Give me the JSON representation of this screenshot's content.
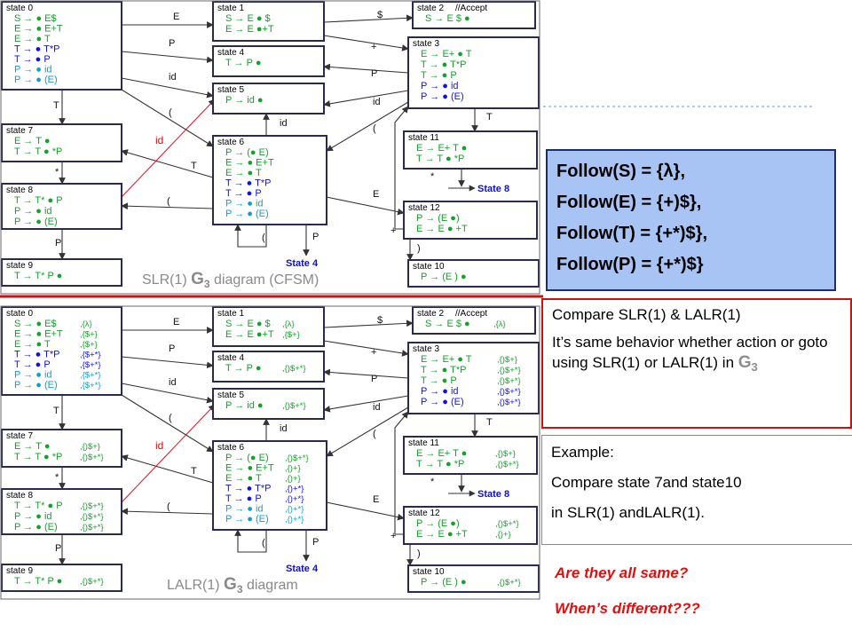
{
  "top": {
    "caption": {
      "prefix": "SLR(1) ",
      "g": "G",
      "sub": "3",
      "suffix": " diagram (CFSM)"
    },
    "states": [
      {
        "title": "state 0",
        "items": [
          {
            "t": "S → ● E$",
            "c": "green"
          },
          {
            "t": "E → ● E+T",
            "c": "green"
          },
          {
            "t": "E → ● T",
            "c": "green"
          },
          {
            "t": "T → ● T*P",
            "c": "blue"
          },
          {
            "t": "T → ● P",
            "c": "blue"
          },
          {
            "t": "P → ● id",
            "c": "cyan"
          },
          {
            "t": "P → ● (E)",
            "c": "cyan"
          }
        ]
      },
      {
        "title": "state 1",
        "items": [
          {
            "t": "S → E ● $",
            "c": "green"
          },
          {
            "t": "E → E ●+T",
            "c": "green"
          }
        ]
      },
      {
        "title": "state 2",
        "note": "//Accept",
        "items": [
          {
            "t": "S → E $ ●",
            "c": "green"
          }
        ]
      },
      {
        "title": "state 3",
        "items": [
          {
            "t": "E → E+ ● T",
            "c": "green"
          },
          {
            "t": "T → ● T*P",
            "c": "green"
          },
          {
            "t": "T → ● P",
            "c": "green"
          },
          {
            "t": "P → ● id",
            "c": "blue"
          },
          {
            "t": "P → ● (E)",
            "c": "blue"
          }
        ]
      },
      {
        "title": "state 4",
        "items": [
          {
            "t": "T → P ●",
            "c": "green"
          }
        ]
      },
      {
        "title": "state 5",
        "items": [
          {
            "t": "P → id ●",
            "c": "green"
          }
        ]
      },
      {
        "title": "state 6",
        "items": [
          {
            "t": "P → (● E)",
            "c": "green"
          },
          {
            "t": "E → ● E+T",
            "c": "green"
          },
          {
            "t": "E → ● T",
            "c": "green"
          },
          {
            "t": "T → ● T*P",
            "c": "blue"
          },
          {
            "t": "T → ● P",
            "c": "blue"
          },
          {
            "t": "P → ● id",
            "c": "cyan"
          },
          {
            "t": "P → ● (E)",
            "c": "cyan"
          }
        ]
      },
      {
        "title": "state 7",
        "items": [
          {
            "t": "E → T ●",
            "c": "green"
          },
          {
            "t": "T → T ● *P",
            "c": "green"
          }
        ]
      },
      {
        "title": "state 8",
        "items": [
          {
            "t": "T → T* ● P",
            "c": "green"
          },
          {
            "t": "P → ● id",
            "c": "green"
          },
          {
            "t": "P → ● (E)",
            "c": "green"
          }
        ]
      },
      {
        "title": "state 9",
        "items": [
          {
            "t": "T → T* P ●",
            "c": "green"
          }
        ]
      },
      {
        "title": "state 10",
        "items": [
          {
            "t": "P → (E ) ●",
            "c": "green"
          }
        ]
      },
      {
        "title": "state 11",
        "items": [
          {
            "t": "E → E+ T ●",
            "c": "green"
          },
          {
            "t": "T → T ● *P",
            "c": "green"
          }
        ]
      },
      {
        "title": "state 12",
        "items": [
          {
            "t": "P → (E ●)",
            "c": "green"
          },
          {
            "t": "E → E ● +T",
            "c": "green"
          }
        ]
      }
    ],
    "ref": "State 8",
    "ref_b": "State 4"
  },
  "bottom": {
    "caption": {
      "prefix": "LALR(1) ",
      "g": "G",
      "sub": "3",
      "suffix": " diagram"
    },
    "states": [
      {
        "title": "state 0",
        "items": [
          {
            "t": "S → ● E$",
            "la": ",{λ}",
            "c": "green"
          },
          {
            "t": "E → ● E+T",
            "la": ",{$+}",
            "c": "green"
          },
          {
            "t": "E → ● T",
            "la": ",{$+}",
            "c": "green"
          },
          {
            "t": "T → ● T*P",
            "la": ",{$+*}",
            "c": "blue"
          },
          {
            "t": "T → ● P",
            "la": ",{$+*}",
            "c": "blue"
          },
          {
            "t": "P → ● id",
            "la": ",{$+*}",
            "c": "cyan"
          },
          {
            "t": "P → ● (E)",
            "la": ",{$+*}",
            "c": "cyan"
          }
        ]
      },
      {
        "title": "state 1",
        "items": [
          {
            "t": "S → E ● $",
            "la": ",{λ}",
            "c": "green"
          },
          {
            "t": "E → E ●+T",
            "la": ",{$+}",
            "c": "green"
          }
        ]
      },
      {
        "title": "state 2",
        "note": "//Accept",
        "items": [
          {
            "t": "S → E $ ●",
            "la": ",{λ}",
            "c": "green"
          }
        ]
      },
      {
        "title": "state 3",
        "items": [
          {
            "t": "E → E+ ● T",
            "la": ",{)$+}",
            "c": "green"
          },
          {
            "t": "T → ● T*P",
            "la": ",{)$+*}",
            "c": "green"
          },
          {
            "t": "T → ● P",
            "la": ",{)$+*}",
            "c": "green"
          },
          {
            "t": "P → ● id",
            "la": ",{)$+*}",
            "c": "blue"
          },
          {
            "t": "P → ● (E)",
            "la": ",{)$+*}",
            "c": "blue"
          }
        ]
      },
      {
        "title": "state 4",
        "items": [
          {
            "t": "T → P ●",
            "la": ",{)$+*}",
            "c": "green"
          }
        ]
      },
      {
        "title": "state 5",
        "items": [
          {
            "t": "P → id ●",
            "la": ",{)$+*}",
            "c": "green"
          }
        ]
      },
      {
        "title": "state 6",
        "items": [
          {
            "t": "P → (● E)",
            "la": ",{)$+*}",
            "c": "green"
          },
          {
            "t": "E → ● E+T",
            "la": ",{)+}",
            "c": "green"
          },
          {
            "t": "E → ● T",
            "la": ",{)+}",
            "c": "green"
          },
          {
            "t": "T → ● T*P",
            "la": ",{)+*}",
            "c": "blue"
          },
          {
            "t": "T → ● P",
            "la": ",{)+*}",
            "c": "blue"
          },
          {
            "t": "P → ● id",
            "la": ",{)+*}",
            "c": "cyan"
          },
          {
            "t": "P → ● (E)",
            "la": ",{)+*}",
            "c": "cyan"
          }
        ]
      },
      {
        "title": "state 7",
        "items": [
          {
            "t": "E → T ●",
            "la": ",{)$+}",
            "c": "green"
          },
          {
            "t": "T → T ● *P",
            "la": ",{)$+*}",
            "c": "green"
          }
        ]
      },
      {
        "title": "state 8",
        "items": [
          {
            "t": "T → T* ● P",
            "la": ",{)$+*}",
            "c": "green"
          },
          {
            "t": "P → ● id",
            "la": ",{)$+*}",
            "c": "green"
          },
          {
            "t": "P → ● (E)",
            "la": ",{)$+*}",
            "c": "green"
          }
        ]
      },
      {
        "title": "state 9",
        "items": [
          {
            "t": "T → T* P ●",
            "la": ",{)$+*}",
            "c": "green"
          }
        ]
      },
      {
        "title": "state 10",
        "items": [
          {
            "t": "P → (E ) ●",
            "la": ",{)$+*}",
            "c": "green"
          }
        ]
      },
      {
        "title": "state 11",
        "items": [
          {
            "t": "E → E+ T ●",
            "la": ",{)$+}",
            "c": "green"
          },
          {
            "t": "T → T ● *P",
            "la": ",{)$+*}",
            "c": "green"
          }
        ]
      },
      {
        "title": "state 12",
        "items": [
          {
            "t": "P → (E ●)",
            "la": ",{)$+*}",
            "c": "green"
          },
          {
            "t": "E → E ● +T",
            "la": ",{)+}",
            "c": "green"
          }
        ]
      }
    ],
    "ref": "State 8",
    "ref_b": "State 4"
  },
  "edge_labels": {
    "E": "E",
    "P": "P",
    "id": "id",
    "T": "T",
    "lparen": "(",
    "rparen": ")",
    "dollar": "$",
    "plus": "+",
    "star": "*"
  },
  "follow": {
    "line1": "Follow(S) = {λ},",
    "line2": "Follow(E) = {+)$},",
    "line3": "Follow(T) = {+*)$},",
    "line4": "Follow(P) = {+*)$}"
  },
  "compare": {
    "title": "Compare SLR(1) & LALR(1)",
    "body": "It’s same behavior whether action or goto using SLR(1) or LALR(1) in ",
    "g": "G",
    "sub": "3"
  },
  "example": {
    "line1": "Example:",
    "line2": "Compare state 7and state10",
    "line3": "in SLR(1) andLALR(1)."
  },
  "questions": {
    "q1": "Are they all same?",
    "q2": "When’s different???"
  },
  "colors": {
    "green": "#16a02c",
    "blue": "#1010ee",
    "cyan": "#109ec8",
    "frame": "#2a2a50",
    "red_line": "#cc1111"
  }
}
